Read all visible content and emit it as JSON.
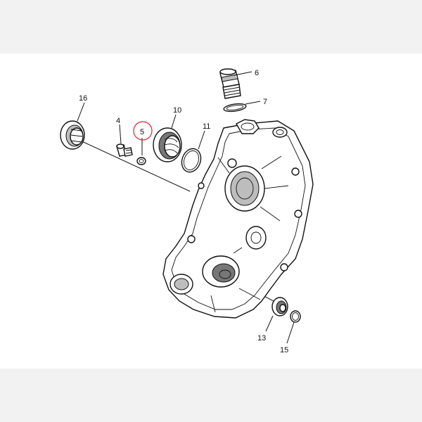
{
  "callouts": [
    {
      "id": "6",
      "text": "6"
    },
    {
      "id": "7",
      "text": "7"
    },
    {
      "id": "16",
      "text": "16"
    },
    {
      "id": "10",
      "text": "10"
    },
    {
      "id": "4",
      "text": "4"
    },
    {
      "id": "5",
      "text": "5"
    },
    {
      "id": "11",
      "text": "11"
    },
    {
      "id": "13",
      "text": "13"
    },
    {
      "id": "15",
      "text": "15"
    }
  ],
  "colors": {
    "background": "#f2f2f2",
    "panel": "#ffffff",
    "ink": "#111111",
    "highlight": "#d9262b"
  },
  "highlighted_callout": "5"
}
